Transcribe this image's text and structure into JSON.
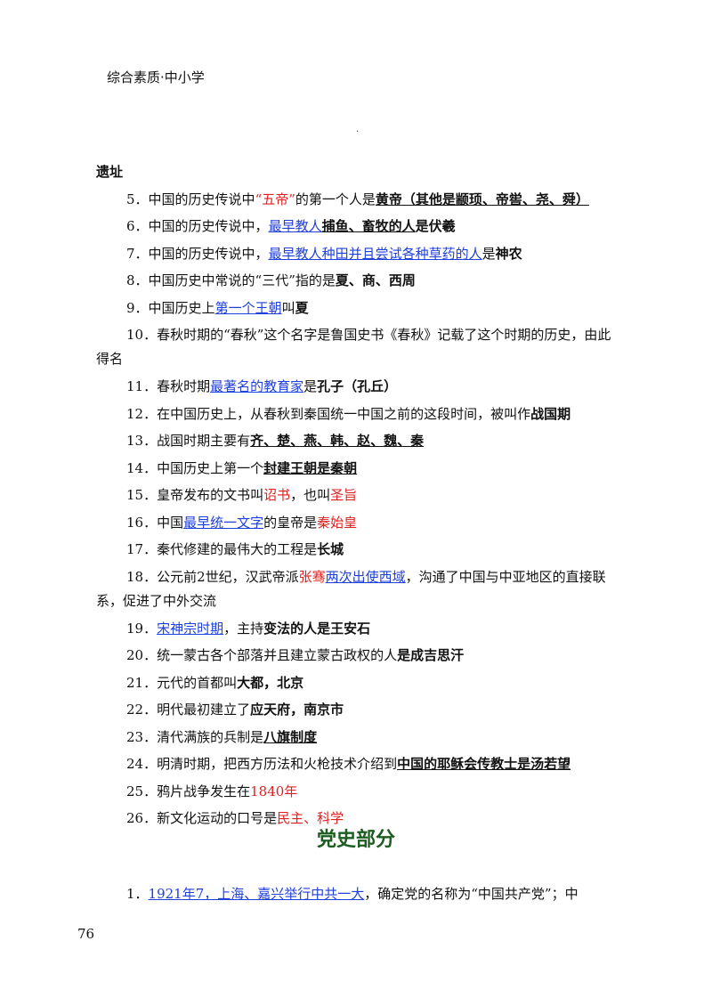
{
  "header": {
    "title": "综合素质·中小学"
  },
  "decor": {
    "dot": "."
  },
  "top_heading": "遗址",
  "items": [
    {
      "num": "5．",
      "t1": "中国的历史传说中",
      "r1": "“五帝”",
      "t2": "的第一个人是",
      "bu1": "黄帝（其他是颛顼、帝喾、尧、舜）"
    },
    {
      "num": "6．",
      "t1": "中国的历史传说中，",
      "blue1": "最早教人",
      "bu1": "捕鱼、畜牧的人",
      "b1": "是伏羲"
    },
    {
      "num": "7．",
      "t1": "中国的历史传说中，",
      "blue1": "最早教人种田并且尝试各种草药的人",
      "t2": "是",
      "b1": "神农"
    },
    {
      "num": "8．",
      "t1": "中国历史中常说的“三代”指的是",
      "b1": "夏、商、西周"
    },
    {
      "num": "9．",
      "t1": "中国历史上",
      "blue1": "第一个王朝",
      "t2": "叫",
      "b1": "夏"
    },
    {
      "num": "10．",
      "t1": "春秋时期的“春秋”这个名字是鲁国史书《春秋》记载了这个时期的历史，由此得名"
    },
    {
      "num": "11．",
      "t1": "春秋时期",
      "blue1": "最著名的教育家",
      "t2": "是",
      "b1": "孔子（孔丘）"
    },
    {
      "num": "12．",
      "t1": "在中国历史上，从春秋到秦国统一中国之前的这段时间，被叫作",
      "b1": "战国期"
    },
    {
      "num": "13．",
      "t1": "战国时期主要有",
      "bu1": "齐、楚、燕、韩、赵、魏、秦"
    },
    {
      "num": "14．",
      "t1": "中国历史上第一个",
      "bu1": "封建王朝是秦朝"
    },
    {
      "num": "15．",
      "t1": "皇帝发布的文书叫",
      "r1": "诏书",
      "t2": "，也叫",
      "r2": "圣旨"
    },
    {
      "num": "16．",
      "t1": "中国",
      "blue1": "最早统一文字",
      "t2": "的皇帝是",
      "r1": "秦始皇"
    },
    {
      "num": "17．",
      "t1": "秦代修建的最伟大的工程是",
      "b1": "长城"
    },
    {
      "num": "18．",
      "t1": "公元前2世纪，汉武帝派",
      "r1": "张骞",
      "blue1": "两次出使西域",
      "t2": "，沟通了中国与中亚地区的直接联系，促进了中外交流"
    },
    {
      "num": "19．",
      "blue1": "宋神宗时期",
      "t1": "，主持",
      "b1": "变法的人是王安石"
    },
    {
      "num": "20．",
      "t1": "统一蒙古各个部落并且建立蒙古政权的人",
      "b1": "是成吉思汗"
    },
    {
      "num": "21．",
      "t1": "元代的首都叫",
      "b1": "大都，北京"
    },
    {
      "num": "22．",
      "t1": "明代最初建立了",
      "b1": "应天府，南京市"
    },
    {
      "num": "23．",
      "t1": "清代满族的兵制是",
      "bu1": "八旗制度"
    },
    {
      "num": "24．",
      "t1": "明清时期，把西方历法和火枪技术介绍到",
      "bu1": "中国的耶稣会传教士是汤若望"
    },
    {
      "num": "25．",
      "t1": "鸦片战争发生在",
      "r1": "1840年"
    },
    {
      "num": "26．",
      "t1": "新文化运动的口号是",
      "r1": "民主、科学"
    }
  ],
  "section_title": "党史部分",
  "party_items": [
    {
      "num": "1．",
      "blue1": "1921年7，上海、嘉兴举行中共一大",
      "t1": "，确定党的名称为“中国共产党”；中"
    }
  ],
  "page_number": "76"
}
